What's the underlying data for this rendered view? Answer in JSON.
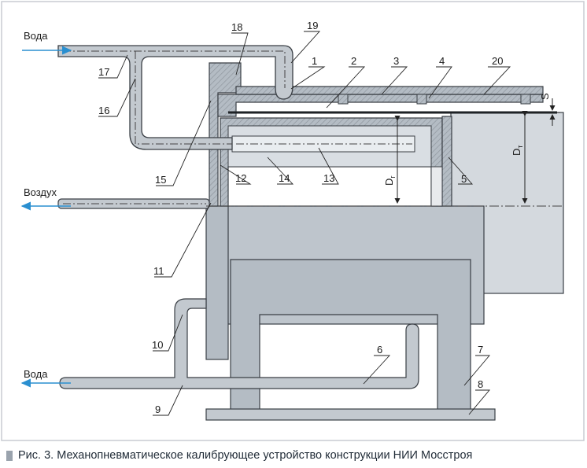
{
  "flows": {
    "water_in": "Вода",
    "air": "Воздух",
    "water_out": "Вода"
  },
  "dimensions": {
    "pipe_diameter": "D",
    "pipe_diameter_sub": "т",
    "calibrator_diameter": "D",
    "calibrator_diameter_sub": "г",
    "wall_thickness": "S"
  },
  "callouts": [
    "1",
    "2",
    "3",
    "4",
    "5",
    "6",
    "7",
    "8",
    "9",
    "10",
    "11",
    "12",
    "13",
    "14",
    "15",
    "16",
    "17",
    "18",
    "19",
    "20"
  ],
  "colors": {
    "background": "#ffffff",
    "border": "#c8ccd2",
    "part_fill": "#b4bcc4",
    "hatch": "#8f969e",
    "line": "#3a3f45",
    "flow_arrow": "#2a8fd0",
    "caption_text": "#1f2a36"
  },
  "caption": "Рис. 3. Механопневматическое калибрующее устройство конструкции НИИ Мосстроя"
}
